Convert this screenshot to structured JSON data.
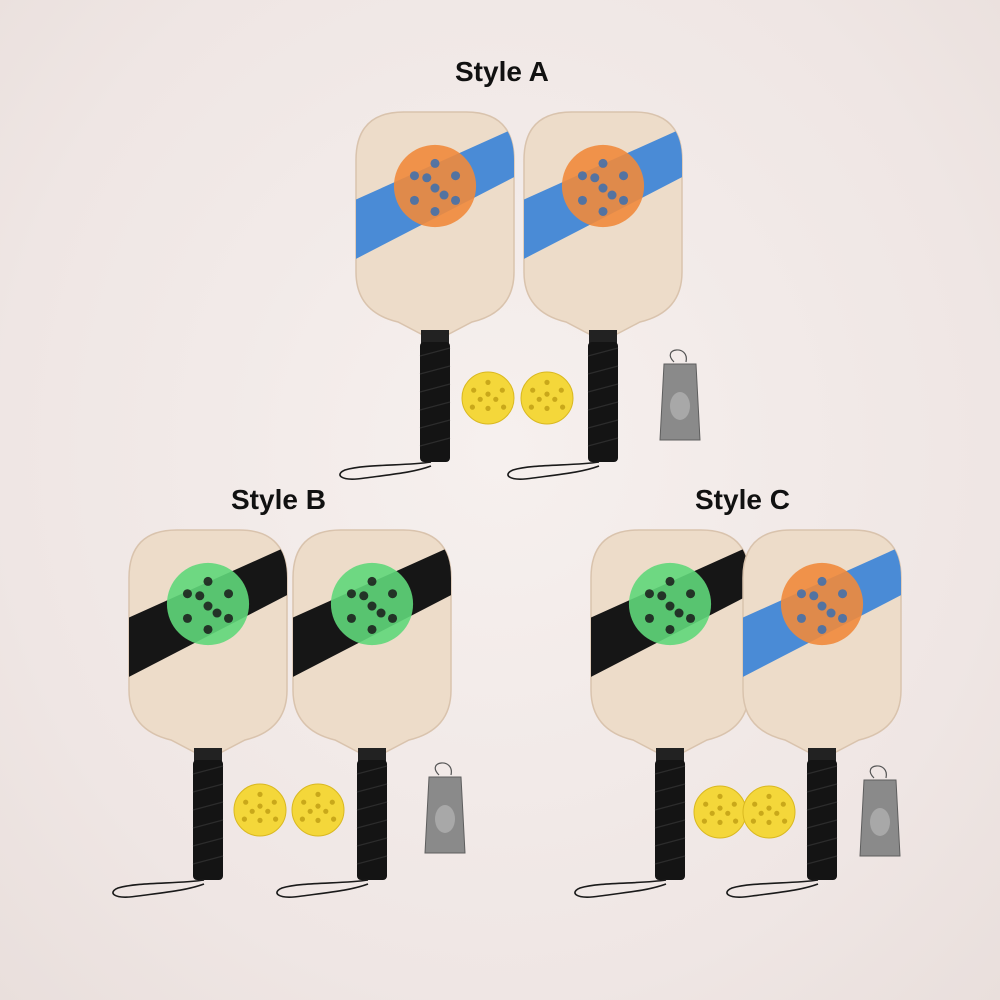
{
  "sets": [
    {
      "label": "Style A",
      "paddle_left": {
        "stripe_color": "#4a8bd6",
        "ball_color": "#f08a3c",
        "stripe_direction": "up-right"
      },
      "paddle_right": {
        "stripe_color": "#4a8bd6",
        "ball_color": "#f08a3c",
        "stripe_direction": "up-right"
      },
      "balls": [
        "yellow-pickleball-icon",
        "yellow-pickleball-icon"
      ],
      "bag": "mesh-bag-icon"
    },
    {
      "label": "Style B",
      "paddle_left": {
        "stripe_color": "#161616",
        "ball_color": "#5fd77a",
        "stripe_direction": "up-right"
      },
      "paddle_right": {
        "stripe_color": "#161616",
        "ball_color": "#5fd77a",
        "stripe_direction": "up-right"
      },
      "balls": [
        "yellow-pickleball-icon",
        "yellow-pickleball-icon"
      ],
      "bag": "mesh-bag-icon"
    },
    {
      "label": "Style C",
      "paddle_left": {
        "stripe_color": "#161616",
        "ball_color": "#5fd77a",
        "stripe_direction": "up-right"
      },
      "paddle_right": {
        "stripe_color": "#4a8bd6",
        "ball_color": "#f08a3c",
        "stripe_direction": "up-right"
      },
      "balls": [
        "yellow-pickleball-icon",
        "yellow-pickleball-icon"
      ],
      "bag": "mesh-bag-icon"
    }
  ],
  "colors": {
    "wood": "#eddcc9",
    "wood_edge": "#d9c3ad",
    "grip": "#141414",
    "ball_yellow": "#f4d73a",
    "bag_gray": "#8a8a8a",
    "background": "#f3ebe9"
  }
}
